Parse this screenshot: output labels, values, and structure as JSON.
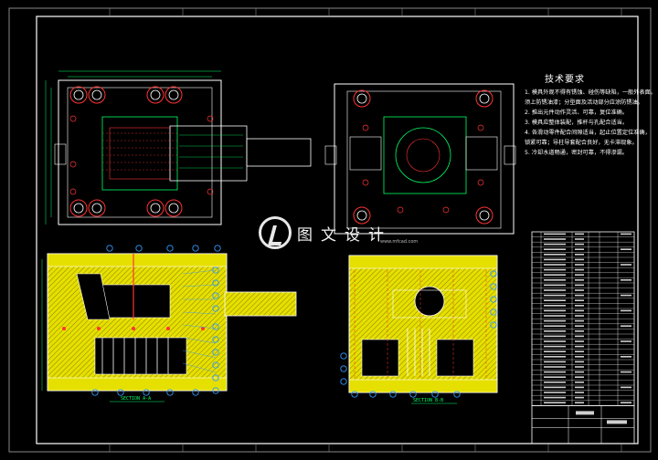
{
  "drawing": {
    "colors": {
      "background": "#000000",
      "frame": "#ffffff",
      "outline": "#ffffff",
      "mold_fill": "#e6e000",
      "hatch": "#8a7f00",
      "dimension": "#00ff66",
      "balloon": "#3399ff",
      "hole": "#ff3333",
      "cyan": "#00ffff"
    },
    "technical_notes": {
      "title": "技术要求",
      "lines": [
        "1. 模具外观不得有锈蚀、碰伤等缺陷，一般外表面。",
        "须上防锈油漆；分型面及活动部分应涂防锈油。",
        "2. 推出元件动作灵活、可靠，复位准确。",
        "3. 模具应整体装配，推杆与孔配合适当。",
        "4. 各滑动零件配合间隙适当，起止位置定位准确，",
        "锁紧可靠；导柱导套配合良好，无卡滞现象。",
        "5. 冷却水道畅通，密封可靠，不得渗漏。"
      ]
    },
    "watermark": {
      "text": "图文设计",
      "sub": "www.mfcad.com"
    },
    "section_labels": {
      "left": "SECTION A-A",
      "right": "SECTION B-B"
    }
  }
}
